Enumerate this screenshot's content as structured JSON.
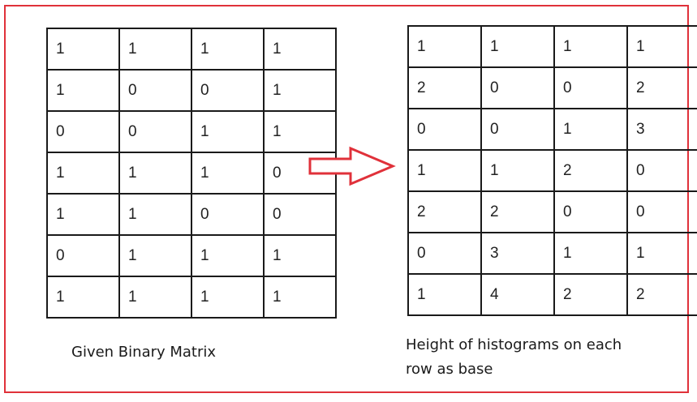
{
  "left_matrix": {
    "caption": "Given Binary Matrix",
    "rows": [
      [
        "1",
        "1",
        "1",
        "1"
      ],
      [
        "1",
        "0",
        "0",
        "1"
      ],
      [
        "0",
        "0",
        "1",
        "1"
      ],
      [
        "1",
        "1",
        "1",
        "0"
      ],
      [
        "1",
        "1",
        "0",
        "0"
      ],
      [
        "0",
        "1",
        "1",
        "1"
      ],
      [
        "1",
        "1",
        "1",
        "1"
      ]
    ]
  },
  "right_matrix": {
    "caption_line1": "Height of histograms on each",
    "caption_line2": "row as base",
    "rows": [
      [
        "1",
        "1",
        "1",
        "1"
      ],
      [
        "2",
        "0",
        "0",
        "2"
      ],
      [
        "0",
        "0",
        "1",
        "3"
      ],
      [
        "1",
        "1",
        "2",
        "0"
      ],
      [
        "2",
        "2",
        "0",
        "0"
      ],
      [
        "0",
        "3",
        "1",
        "1"
      ],
      [
        "1",
        "4",
        "2",
        "2"
      ]
    ]
  },
  "colors": {
    "frame_border": "#e0313a",
    "arrow": "#e0313a",
    "grid_line": "#1a1a1a"
  },
  "icons": {
    "transform_arrow": "right-arrow-icon"
  }
}
